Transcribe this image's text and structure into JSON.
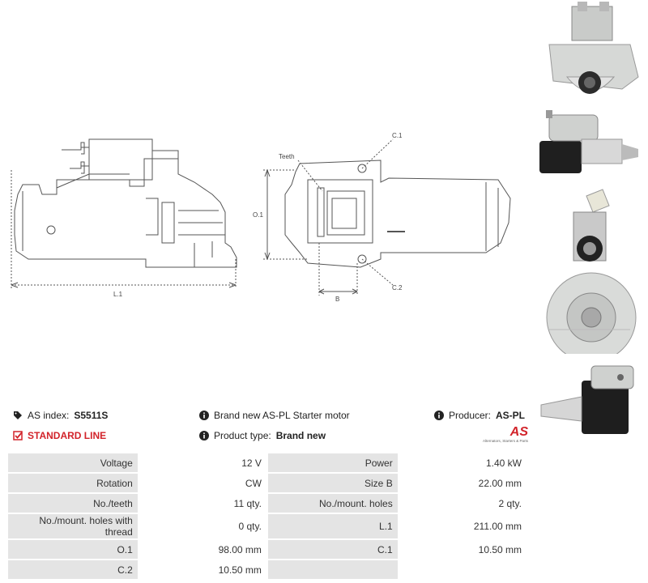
{
  "drawing": {
    "dim_l1": "L.1",
    "dim_o1": "O.1",
    "dim_b": "B",
    "label_teeth": "Teeth",
    "label_c1": "C.1",
    "label_c2": "C.2"
  },
  "photos": [
    {
      "icon": "starter-photo-1-icon"
    },
    {
      "icon": "starter-photo-2-icon"
    },
    {
      "icon": "starter-photo-3-icon"
    },
    {
      "icon": "starter-photo-4-icon"
    }
  ],
  "product": {
    "index_label": "AS index:",
    "index_value": "S5511S",
    "description": "Brand new AS-PL Starter motor",
    "producer_label": "Producer:",
    "producer_value": "AS-PL",
    "line_label": "STANDARD LINE",
    "type_label": "Product type:",
    "type_value": "Brand new",
    "logo_text": "AS",
    "logo_tagline": "Alternators, Starters & Parts"
  },
  "specs": [
    {
      "l1": "Voltage",
      "v1": "12 V",
      "l2": "Power",
      "v2": "1.40 kW"
    },
    {
      "l1": "Rotation",
      "v1": "CW",
      "l2": "Size B",
      "v2": "22.00 mm"
    },
    {
      "l1": "No./teeth",
      "v1": "11 qty.",
      "l2": "No./mount. holes",
      "v2": "2 qty."
    },
    {
      "l1": "No./mount. holes with thread",
      "v1": "0 qty.",
      "l2": "L.1",
      "v2": "211.00 mm"
    },
    {
      "l1": "O.1",
      "v1": "98.00 mm",
      "l2": "C.1",
      "v2": "10.50 mm"
    },
    {
      "l1": "C.2",
      "v1": "10.50 mm",
      "l2": "",
      "v2": ""
    }
  ],
  "colors": {
    "accent_red": "#d2232a",
    "label_bg": "#e4e4e4"
  }
}
